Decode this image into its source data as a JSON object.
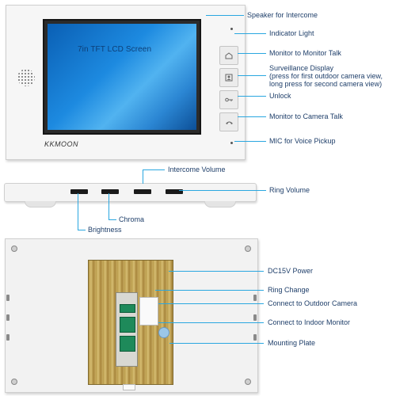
{
  "front": {
    "screen_label": "7in TFT LCD Screen",
    "brand": "KKMOON"
  },
  "callouts_front": [
    {
      "id": "speaker",
      "text": "Speaker for Intercome"
    },
    {
      "id": "indicator",
      "text": "Indicator Light"
    },
    {
      "id": "monitor_talk",
      "text": "Monitor to Monitor Talk"
    },
    {
      "id": "surveillance",
      "text": "Surveillance Display",
      "sub1": "(press for first outdoor camera view,",
      "sub2": "long press for second camera view)"
    },
    {
      "id": "unlock",
      "text": "Unlock"
    },
    {
      "id": "camera_talk",
      "text": "Monitor to Camera Talk"
    },
    {
      "id": "mic",
      "text": "MIC for Voice Pickup"
    }
  ],
  "callouts_side": [
    {
      "id": "intercom_volume",
      "text": "Intercome Volume"
    },
    {
      "id": "ring_volume",
      "text": "Ring Volume"
    },
    {
      "id": "chroma",
      "text": "Chroma"
    },
    {
      "id": "brightness",
      "text": "Brightness"
    }
  ],
  "callouts_back": [
    {
      "id": "dc15v",
      "text": "DC15V Power"
    },
    {
      "id": "ring_change",
      "text": "Ring Change"
    },
    {
      "id": "outdoor_camera",
      "text": "Connect to Outdoor Camera"
    },
    {
      "id": "indoor_monitor",
      "text": "Connect to Indoor Monitor"
    },
    {
      "id": "mounting_plate",
      "text": "Mounting Plate"
    }
  ],
  "colors": {
    "callout_line": "#2aa7e0",
    "label_text": "#1f3f6a",
    "screen_blue": "#1d8ae0"
  }
}
